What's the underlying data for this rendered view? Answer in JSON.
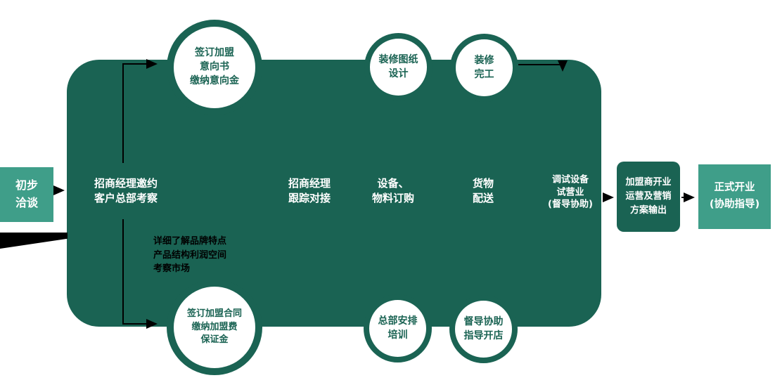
{
  "palette": {
    "teal_light": "#3F9E89",
    "teal_dark": "#1A6353",
    "text_on_dark": "#FFFFFF",
    "annotation_black": "#000000"
  },
  "start_box": {
    "lines": [
      "初步",
      "洽谈"
    ]
  },
  "annotation": {
    "lines": [
      "详细了解品牌特点",
      "产品结构利润空间",
      "考察市场"
    ]
  },
  "main_block": {
    "labels": [
      {
        "lines": [
          "招商经理邀约",
          "客户总部考察"
        ]
      },
      {
        "lines": [
          "招商经理",
          "跟踪对接"
        ]
      },
      {
        "lines": [
          "设备、",
          "物料订购"
        ]
      },
      {
        "lines": [
          "货物",
          "配送"
        ]
      },
      {
        "lines": [
          "调试设备",
          "试营业",
          "(督导协助)"
        ]
      }
    ]
  },
  "circles_top": [
    {
      "lines": [
        "签订加盟",
        "意向书",
        "缴纳意向金"
      ]
    },
    {
      "lines": [
        "装修图纸",
        "设计"
      ]
    },
    {
      "lines": [
        "装修",
        "完工"
      ]
    }
  ],
  "circles_bottom": [
    {
      "lines": [
        "签订加盟合同",
        "缴纳加盟费",
        "保证金"
      ]
    },
    {
      "lines": [
        "总部安排",
        "培训"
      ]
    },
    {
      "lines": [
        "督导协助",
        "指导开店"
      ]
    }
  ],
  "end_boxes": {
    "operations": {
      "lines": [
        "加盟商开业",
        "运营及营销",
        "方案输出"
      ]
    },
    "opening": {
      "lines": [
        "正式开业",
        "(协助指导)"
      ]
    }
  }
}
